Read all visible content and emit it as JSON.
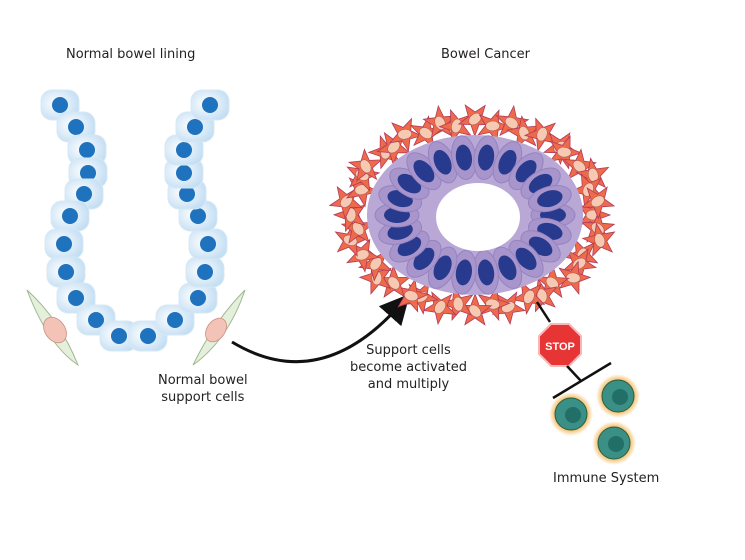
{
  "normal": {
    "title": "Normal bowel lining",
    "support_label_line1": "Normal bowel",
    "support_label_line2": "support cells"
  },
  "cancer": {
    "title": "Bowel Cancer",
    "activation_line1": "Support cells",
    "activation_line2": "become activated",
    "activation_line3": "and multiply"
  },
  "stop_sign": {
    "text": "STOP"
  },
  "immune": {
    "label": "Immune System"
  },
  "colors": {
    "normal_cell_fill": "#cfe6f7",
    "normal_nucleus": "#1f72bd",
    "support_cell_fill": "#e4f0dc",
    "support_nucleus": "#f2c3b6",
    "cancer_cell_fill": "#b9a8d6",
    "cancer_nucleus": "#283a8e",
    "activated_support": "#ee6a4a",
    "stop_red": "#e63534",
    "immune_cell": "#3a8f86",
    "immune_glow": "#f4b04a"
  }
}
